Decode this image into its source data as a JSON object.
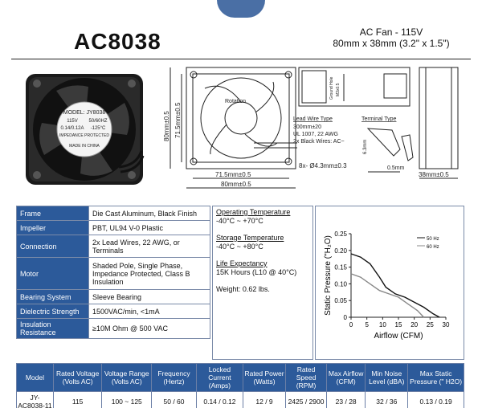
{
  "header": {
    "model": "AC8038",
    "line1": "AC Fan - 115V",
    "line2": "80mm x 38mm (3.2\" x 1.5\")"
  },
  "photo_label": {
    "model": "MODEL: JY8038",
    "voltage": "115V",
    "freq": "50/60HZ",
    "current": "0.14/0.12A",
    "temp": "-125°C",
    "note1": "IMPEDANCE PROTECTED",
    "note2": "MADE IN CHINA"
  },
  "drawing": {
    "rotation": "Rotation",
    "dim_height_outer": "80mm±0.5",
    "dim_height_inner": "71.5mm±0.5",
    "dim_width_inner": "71.5mm±0.5",
    "dim_width_outer": "80mm±0.5",
    "lead_title": "Lead Wire Type",
    "lead_1": "300mm±20",
    "lead_2": "UL 1007, 22 AWG",
    "lead_3": "2x Black Wires: AC~",
    "hole": "8x- Ø4.3mm±0.3",
    "terminal_title": "Terminal Type",
    "terminal_dim1": "0.5mm",
    "terminal_dim2": "6.3mm",
    "depth": "38mm±0.5",
    "side_label_1": "Ground Hole",
    "side_label_2": "M3x0.5"
  },
  "specs": [
    {
      "label": "Frame",
      "value": "Die Cast Aluminum, Black Finish"
    },
    {
      "label": "Impeller",
      "value": "PBT, UL94 V-0 Plastic"
    },
    {
      "label": "Connection",
      "value": "2x Lead Wires, 22 AWG, or Terminals"
    },
    {
      "label": "Motor",
      "value": "Shaded Pole, Single Phase, Impedance Protected, Class B Insulation"
    },
    {
      "label": "Bearing System",
      "value": "Sleeve Bearing"
    },
    {
      "label": "Dielectric Strength",
      "value": "1500VAC/min, <1mA"
    },
    {
      "label": "Insulation Resistance",
      "value": "≥10M Ohm @ 500 VAC"
    }
  ],
  "middle": {
    "op_temp_title": "Operating Temperature",
    "op_temp": "-40°C ~ +70°C",
    "storage_title": "Storage Temperature",
    "storage": "-40°C ~ +80°C",
    "life_title": "Life Expectancy",
    "life": "15K Hours (L10 @ 40°C)",
    "weight": "Weight: 0.62 lbs."
  },
  "chart_data": {
    "type": "line",
    "xlabel": "Airflow (CFM)",
    "ylabel": "Static Pressure (\"H₂O)",
    "xlim": [
      0,
      30
    ],
    "ylim": [
      0,
      0.25
    ],
    "x_ticks": [
      "0",
      "5",
      "10",
      "15",
      "20",
      "25",
      "30"
    ],
    "y_ticks": [
      "0",
      "0.05",
      "0.10",
      "0.15",
      "0.20",
      "0.25"
    ],
    "series": [
      {
        "name": "50 Hz",
        "x": [
          0,
          3,
          6,
          9,
          11,
          14,
          17,
          20,
          23,
          26,
          28
        ],
        "y": [
          0.19,
          0.18,
          0.16,
          0.12,
          0.09,
          0.07,
          0.06,
          0.045,
          0.03,
          0.01,
          0
        ]
      },
      {
        "name": "60 Hz",
        "x": [
          0,
          3,
          6,
          9,
          12,
          15,
          18,
          21,
          23
        ],
        "y": [
          0.13,
          0.12,
          0.1,
          0.08,
          0.07,
          0.06,
          0.04,
          0.02,
          0
        ]
      }
    ],
    "colors": [
      "#111111",
      "#888888"
    ],
    "legend": "top-right"
  },
  "table": {
    "headers": [
      "Model",
      "Rated Voltage (Volts AC)",
      "Voltage Range (Volts AC)",
      "Frequency (Hertz)",
      "Locked Current (Amps)",
      "Rated Power (Watts)",
      "Rated Speed (RPM)",
      "Max Airflow (CFM)",
      "Min Noise Level (dBA)",
      "Max Static Pressure (\" H2O)"
    ],
    "row": [
      "JY-AC8038-11",
      "115",
      "100 ~ 125",
      "50 / 60",
      "0.14 / 0.12",
      "12 / 9",
      "2425 / 2900",
      "23 / 28",
      "32 / 36",
      "0.13 / 0.19"
    ]
  }
}
